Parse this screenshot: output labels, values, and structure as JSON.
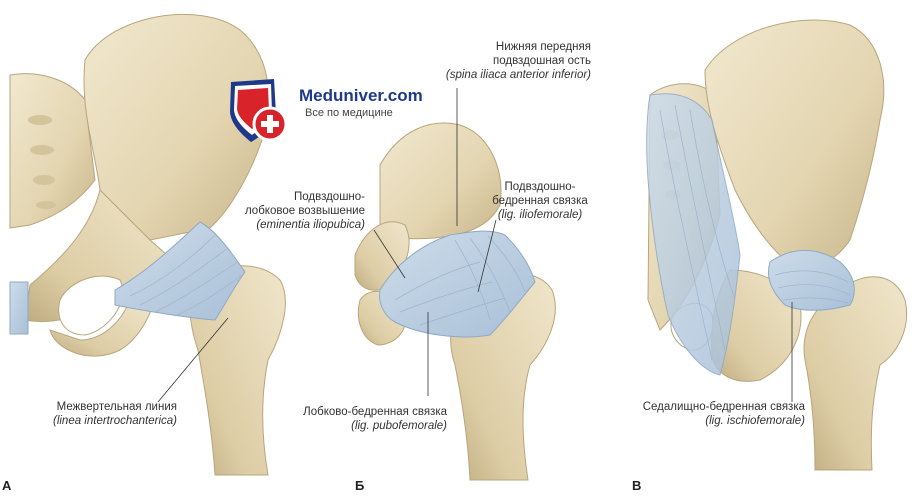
{
  "logo": {
    "name": "Meduniver.com",
    "tagline": "Все по медицине"
  },
  "colors": {
    "bone": "#e8dcbc",
    "bone_shade": "#c9b88e",
    "ligament": "#b9cde0",
    "ligament_line": "#8fa9c4",
    "logo_blue": "#1d3a8a",
    "logo_red": "#d8232a"
  },
  "panels": {
    "a": {
      "letter": "А",
      "labels": {
        "intertrochanteric_ru": "Межвертельная линия",
        "intertrochanteric_la": "(linea intertrochanterica)"
      }
    },
    "b": {
      "letter": "Б",
      "labels": {
        "eminence_ru_1": "Подвздошно-",
        "eminence_ru_2": "лобковое возвышение",
        "eminence_la": "(eminentia iliopubica)",
        "spine_ru_1": "Нижняя передняя",
        "spine_ru_2": "подвздошная ость",
        "spine_la": "(spina iliaca anterior inferior)",
        "iliofemoral_ru_1": "Подвздошно-",
        "iliofemoral_ru_2": "бедренная связка",
        "iliofemoral_la": "(lig. iliofemorale)",
        "pubofemoral_ru": "Лобково-бедренная связка",
        "pubofemoral_la": "(lig. pubofemorale)"
      }
    },
    "c": {
      "letter": "В",
      "labels": {
        "ischiofemoral_ru": "Седалищно-бедренная связка",
        "ischiofemoral_la": "(lig. ischiofemorale)"
      }
    }
  }
}
